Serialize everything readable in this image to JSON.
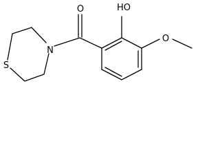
{
  "atoms": {
    "carbonyl_oxygen": "O",
    "hydroxyl": "HO",
    "methoxy_oxygen": "O",
    "ring_nitrogen": "N",
    "ring_sulfur": "S"
  }
}
